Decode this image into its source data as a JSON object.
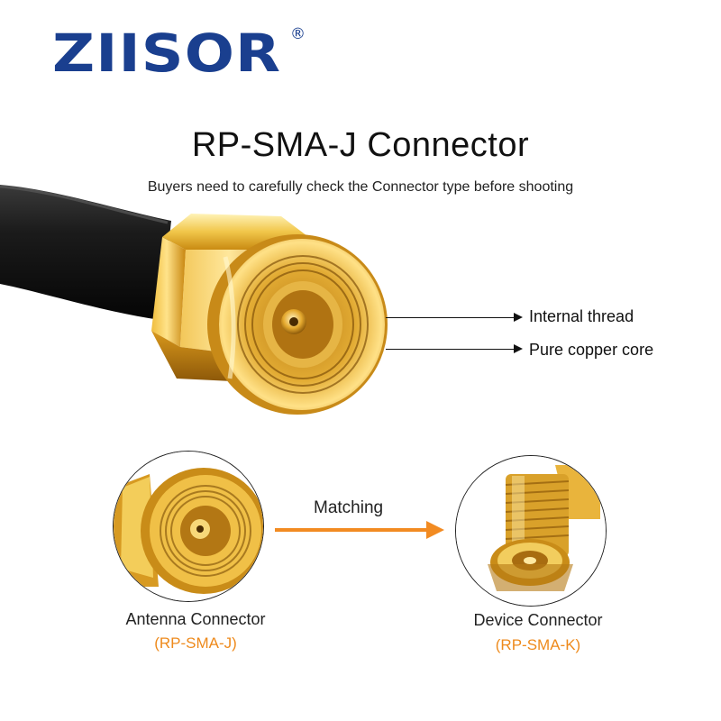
{
  "brand": {
    "logo_text": "ZIISOR",
    "registered_mark": "®",
    "logo_color": "#1a3f8f"
  },
  "header": {
    "title": "RP-SMA-J  Connector",
    "subtitle": "Buyers  need to carefully check the Connector type before shooting"
  },
  "callouts": [
    {
      "label": "Internal thread",
      "icon": "arrow-right-icon"
    },
    {
      "label": "Pure copper core",
      "icon": "arrow-right-icon"
    }
  ],
  "matching": {
    "label": "Matching",
    "arrow_color": "#f28b22",
    "icon": "arrow-right-icon"
  },
  "left_connector": {
    "name": "Antenna Connector",
    "type": "(RP-SMA-J)"
  },
  "right_connector": {
    "name": "Device Connector",
    "type": "(RP-SMA-K)"
  },
  "colors": {
    "accent_orange": "#ee8a1c",
    "gold": "#e2a21c",
    "cable": "#151515"
  }
}
